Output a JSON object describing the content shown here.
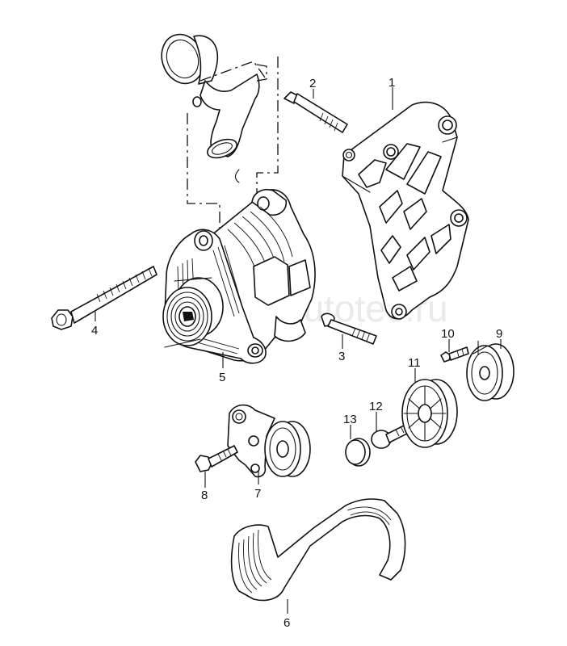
{
  "watermark": "autotec.ru",
  "callouts": [
    {
      "id": "1",
      "text": "1"
    },
    {
      "id": "2",
      "text": "2"
    },
    {
      "id": "3",
      "text": "3"
    },
    {
      "id": "4",
      "text": "4"
    },
    {
      "id": "5",
      "text": "5"
    },
    {
      "id": "6",
      "text": "6"
    },
    {
      "id": "7",
      "text": "7"
    },
    {
      "id": "8",
      "text": "8"
    },
    {
      "id": "9",
      "text": "9"
    },
    {
      "id": "10",
      "text": "10"
    },
    {
      "id": "11",
      "text": "11"
    },
    {
      "id": "12",
      "text": "12"
    },
    {
      "id": "13",
      "text": "13"
    }
  ]
}
